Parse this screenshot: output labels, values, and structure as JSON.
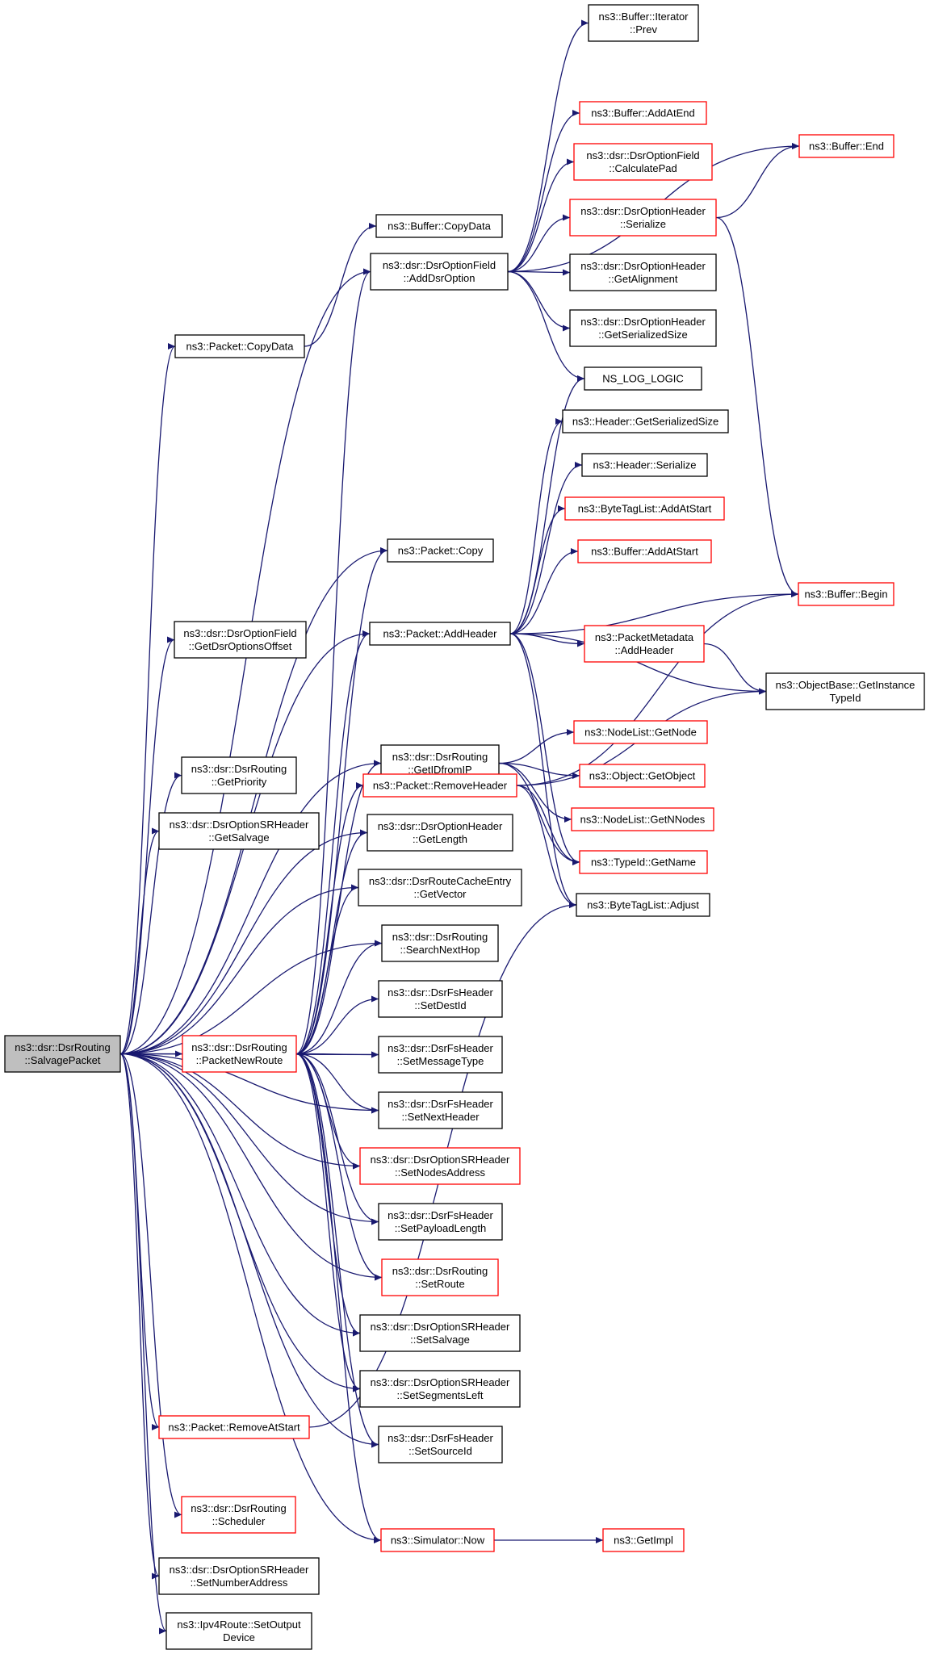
{
  "colors": {
    "edge": "#191970",
    "node_border_default": "#000000",
    "node_border_link": "#ff0000",
    "root_fill": "#bfbfbf",
    "node_fill": "#ffffff"
  },
  "root": {
    "id": "salvage-packet",
    "lines": [
      "ns3::dsr::DsrRouting",
      "::SalvagePacket"
    ]
  },
  "nodes": [
    {
      "id": "buffer-iterator-prev",
      "lines": [
        "ns3::Buffer::Iterator",
        "::Prev"
      ],
      "status": "normal"
    },
    {
      "id": "buffer-addatend",
      "lines": [
        "ns3::Buffer::AddAtEnd"
      ],
      "status": "link"
    },
    {
      "id": "dsroptionfield-calculatepad",
      "lines": [
        "ns3::dsr::DsrOptionField",
        "::CalculatePad"
      ],
      "status": "link"
    },
    {
      "id": "buffer-end",
      "lines": [
        "ns3::Buffer::End"
      ],
      "status": "link"
    },
    {
      "id": "dsroptionheader-serialize",
      "lines": [
        "ns3::dsr::DsrOptionHeader",
        "::Serialize"
      ],
      "status": "link"
    },
    {
      "id": "buffer-copydata",
      "lines": [
        "ns3::Buffer::CopyData"
      ],
      "status": "normal"
    },
    {
      "id": "dsroptionfield-adddsroption",
      "lines": [
        "ns3::dsr::DsrOptionField",
        "::AddDsrOption"
      ],
      "status": "normal"
    },
    {
      "id": "dsroptionheader-getalignment",
      "lines": [
        "ns3::dsr::DsrOptionHeader",
        "::GetAlignment"
      ],
      "status": "normal"
    },
    {
      "id": "dsroptionheader-getserializedsize",
      "lines": [
        "ns3::dsr::DsrOptionHeader",
        "::GetSerializedSize"
      ],
      "status": "normal"
    },
    {
      "id": "packet-copydata",
      "lines": [
        "ns3::Packet::CopyData"
      ],
      "status": "normal"
    },
    {
      "id": "ns-log-logic",
      "lines": [
        "NS_LOG_LOGIC"
      ],
      "status": "normal"
    },
    {
      "id": "header-getserializedsize",
      "lines": [
        "ns3::Header::GetSerializedSize"
      ],
      "status": "normal"
    },
    {
      "id": "header-serialize",
      "lines": [
        "ns3::Header::Serialize"
      ],
      "status": "normal"
    },
    {
      "id": "bytetaglist-addatstart",
      "lines": [
        "ns3::ByteTagList::AddAtStart"
      ],
      "status": "link"
    },
    {
      "id": "packet-copy",
      "lines": [
        "ns3::Packet::Copy"
      ],
      "status": "normal"
    },
    {
      "id": "buffer-addatstart",
      "lines": [
        "ns3::Buffer::AddAtStart"
      ],
      "status": "link"
    },
    {
      "id": "buffer-begin",
      "lines": [
        "ns3::Buffer::Begin"
      ],
      "status": "link"
    },
    {
      "id": "packet-addheader",
      "lines": [
        "ns3::Packet::AddHeader"
      ],
      "status": "normal"
    },
    {
      "id": "dsroptionfield-getdsroptionsoffset",
      "lines": [
        "ns3::dsr::DsrOptionField",
        "::GetDsrOptionsOffset"
      ],
      "status": "normal"
    },
    {
      "id": "packetmetadata-addheader",
      "lines": [
        "ns3::PacketMetadata",
        "::AddHeader"
      ],
      "status": "link"
    },
    {
      "id": "objectbase-getinstancetypeid",
      "lines": [
        "ns3::ObjectBase::GetInstance",
        "TypeId"
      ],
      "status": "normal"
    },
    {
      "id": "dsrrouting-getidfromip",
      "lines": [
        "ns3::dsr::DsrRouting",
        "::GetIDfromIP"
      ],
      "status": "normal"
    },
    {
      "id": "nodelist-getnode",
      "lines": [
        "ns3::NodeList::GetNode"
      ],
      "status": "link"
    },
    {
      "id": "dsrrouting-getpriority",
      "lines": [
        "ns3::dsr::DsrRouting",
        "::GetPriority"
      ],
      "status": "normal"
    },
    {
      "id": "packet-removeheader",
      "lines": [
        "ns3::Packet::RemoveHeader"
      ],
      "status": "link"
    },
    {
      "id": "object-getobject",
      "lines": [
        "ns3::Object::GetObject"
      ],
      "status": "link"
    },
    {
      "id": "dsroptionsrheader-getsalvage",
      "lines": [
        "ns3::dsr::DsrOptionSRHeader",
        "::GetSalvage"
      ],
      "status": "normal"
    },
    {
      "id": "dsroptionheader-getlength",
      "lines": [
        "ns3::dsr::DsrOptionHeader",
        "::GetLength"
      ],
      "status": "normal"
    },
    {
      "id": "nodelist-getnnodes",
      "lines": [
        "ns3::NodeList::GetNNodes"
      ],
      "status": "link"
    },
    {
      "id": "typeid-getname",
      "lines": [
        "ns3::TypeId::GetName"
      ],
      "status": "link"
    },
    {
      "id": "dsrroutecacheentry-getvector",
      "lines": [
        "ns3::dsr::DsrRouteCacheEntry",
        "::GetVector"
      ],
      "status": "normal"
    },
    {
      "id": "bytetaglist-adjust",
      "lines": [
        "ns3::ByteTagList::Adjust"
      ],
      "status": "normal"
    },
    {
      "id": "dsrrouting-searchnexthop",
      "lines": [
        "ns3::dsr::DsrRouting",
        "::SearchNextHop"
      ],
      "status": "normal"
    },
    {
      "id": "dsrfsheader-setdestid",
      "lines": [
        "ns3::dsr::DsrFsHeader",
        "::SetDestId"
      ],
      "status": "normal"
    },
    {
      "id": "dsrrouting-packetnewroute",
      "lines": [
        "ns3::dsr::DsrRouting",
        "::PacketNewRoute"
      ],
      "status": "link"
    },
    {
      "id": "dsrfsheader-setmessagetype",
      "lines": [
        "ns3::dsr::DsrFsHeader",
        "::SetMessageType"
      ],
      "status": "normal"
    },
    {
      "id": "dsrfsheader-setnextheader",
      "lines": [
        "ns3::dsr::DsrFsHeader",
        "::SetNextHeader"
      ],
      "status": "normal"
    },
    {
      "id": "dsroptionsrheader-setnodesaddress",
      "lines": [
        "ns3::dsr::DsrOptionSRHeader",
        "::SetNodesAddress"
      ],
      "status": "link"
    },
    {
      "id": "dsrfsheader-setpayloadlength",
      "lines": [
        "ns3::dsr::DsrFsHeader",
        "::SetPayloadLength"
      ],
      "status": "normal"
    },
    {
      "id": "dsrrouting-setroute",
      "lines": [
        "ns3::dsr::DsrRouting",
        "::SetRoute"
      ],
      "status": "link"
    },
    {
      "id": "dsroptionsrheader-setsalvage",
      "lines": [
        "ns3::dsr::DsrOptionSRHeader",
        "::SetSalvage"
      ],
      "status": "normal"
    },
    {
      "id": "dsroptionsrheader-setsegmentsleft",
      "lines": [
        "ns3::dsr::DsrOptionSRHeader",
        "::SetSegmentsLeft"
      ],
      "status": "normal"
    },
    {
      "id": "packet-removeatstart",
      "lines": [
        "ns3::Packet::RemoveAtStart"
      ],
      "status": "link"
    },
    {
      "id": "dsrfsheader-setsourceid",
      "lines": [
        "ns3::dsr::DsrFsHeader",
        "::SetSourceId"
      ],
      "status": "normal"
    },
    {
      "id": "dsrrouting-scheduler",
      "lines": [
        "ns3::dsr::DsrRouting",
        "::Scheduler"
      ],
      "status": "link"
    },
    {
      "id": "simulator-now",
      "lines": [
        "ns3::Simulator::Now"
      ],
      "status": "link"
    },
    {
      "id": "getimpl",
      "lines": [
        "ns3::GetImpl"
      ],
      "status": "link"
    },
    {
      "id": "dsroptionsrheader-setnumberaddress",
      "lines": [
        "ns3::dsr::DsrOptionSRHeader",
        "::SetNumberAddress"
      ],
      "status": "normal"
    },
    {
      "id": "ipv4route-setoutputdevice",
      "lines": [
        "ns3::Ipv4Route::SetOutput",
        "Device"
      ],
      "status": "normal"
    }
  ],
  "edges": [
    [
      "salvage-packet",
      "packet-copydata"
    ],
    [
      "salvage-packet",
      "dsroptionfield-adddsroption"
    ],
    [
      "salvage-packet",
      "packet-copy"
    ],
    [
      "salvage-packet",
      "packet-addheader"
    ],
    [
      "salvage-packet",
      "dsroptionfield-getdsroptionsoffset"
    ],
    [
      "salvage-packet",
      "dsrrouting-getidfromip"
    ],
    [
      "salvage-packet",
      "dsrrouting-getpriority"
    ],
    [
      "salvage-packet",
      "dsroptionsrheader-getsalvage"
    ],
    [
      "salvage-packet",
      "dsroptionheader-getlength"
    ],
    [
      "salvage-packet",
      "dsrroutecacheentry-getvector"
    ],
    [
      "salvage-packet",
      "dsrrouting-searchnexthop"
    ],
    [
      "salvage-packet",
      "dsrrouting-packetnewroute"
    ],
    [
      "salvage-packet",
      "dsrfsheader-setmessagetype"
    ],
    [
      "salvage-packet",
      "dsrfsheader-setnextheader"
    ],
    [
      "salvage-packet",
      "dsroptionsrheader-setnodesaddress"
    ],
    [
      "salvage-packet",
      "dsrfsheader-setpayloadlength"
    ],
    [
      "salvage-packet",
      "dsrrouting-setroute"
    ],
    [
      "salvage-packet",
      "dsroptionsrheader-setsalvage"
    ],
    [
      "salvage-packet",
      "dsroptionsrheader-setsegmentsleft"
    ],
    [
      "salvage-packet",
      "packet-removeatstart"
    ],
    [
      "salvage-packet",
      "dsrfsheader-setsourceid"
    ],
    [
      "salvage-packet",
      "dsrrouting-scheduler"
    ],
    [
      "salvage-packet",
      "simulator-now"
    ],
    [
      "salvage-packet",
      "dsroptionsrheader-setnumberaddress"
    ],
    [
      "salvage-packet",
      "ipv4route-setoutputdevice"
    ],
    [
      "packet-copydata",
      "buffer-copydata"
    ],
    [
      "dsroptionfield-adddsroption",
      "buffer-iterator-prev"
    ],
    [
      "dsroptionfield-adddsroption",
      "buffer-end"
    ],
    [
      "dsroptionfield-adddsroption",
      "buffer-addatend"
    ],
    [
      "dsroptionfield-adddsroption",
      "dsroptionfield-calculatepad"
    ],
    [
      "dsroptionfield-adddsroption",
      "dsroptionheader-serialize"
    ],
    [
      "dsroptionfield-adddsroption",
      "dsroptionheader-getalignment"
    ],
    [
      "dsroptionfield-adddsroption",
      "dsroptionheader-getserializedsize"
    ],
    [
      "dsroptionfield-adddsroption",
      "ns-log-logic"
    ],
    [
      "dsroptionheader-serialize",
      "buffer-end"
    ],
    [
      "dsroptionheader-serialize",
      "buffer-begin"
    ],
    [
      "packet-addheader",
      "ns-log-logic"
    ],
    [
      "packet-addheader",
      "header-getserializedsize"
    ],
    [
      "packet-addheader",
      "header-serialize"
    ],
    [
      "packet-addheader",
      "bytetaglist-addatstart"
    ],
    [
      "packet-addheader",
      "buffer-addatstart"
    ],
    [
      "packet-addheader",
      "buffer-begin"
    ],
    [
      "packet-addheader",
      "packetmetadata-addheader"
    ],
    [
      "packet-addheader",
      "objectbase-getinstancetypeid"
    ],
    [
      "packet-addheader",
      "typeid-getname"
    ],
    [
      "packet-addheader",
      "bytetaglist-adjust"
    ],
    [
      "packetmetadata-addheader",
      "objectbase-getinstancetypeid"
    ],
    [
      "dsrrouting-getidfromip",
      "nodelist-getnode"
    ],
    [
      "dsrrouting-getidfromip",
      "object-getobject"
    ],
    [
      "dsrrouting-getidfromip",
      "nodelist-getnnodes"
    ],
    [
      "dsrrouting-getidfromip",
      "typeid-getname"
    ],
    [
      "packet-removeheader",
      "typeid-getname"
    ],
    [
      "packet-removeheader",
      "bytetaglist-adjust"
    ],
    [
      "packet-removeheader",
      "buffer-begin"
    ],
    [
      "packet-removeheader",
      "objectbase-getinstancetypeid"
    ],
    [
      "dsrrouting-packetnewroute",
      "dsroptionfield-adddsroption"
    ],
    [
      "dsrrouting-packetnewroute",
      "packet-copy"
    ],
    [
      "dsrrouting-packetnewroute",
      "packet-addheader"
    ],
    [
      "dsrrouting-packetnewroute",
      "dsrrouting-getidfromip"
    ],
    [
      "dsrrouting-packetnewroute",
      "packet-removeheader"
    ],
    [
      "dsrrouting-packetnewroute",
      "dsroptionheader-getlength"
    ],
    [
      "dsrrouting-packetnewroute",
      "dsrroutecacheentry-getvector"
    ],
    [
      "dsrrouting-packetnewroute",
      "dsrrouting-searchnexthop"
    ],
    [
      "dsrrouting-packetnewroute",
      "dsrfsheader-setdestid"
    ],
    [
      "dsrrouting-packetnewroute",
      "dsrfsheader-setmessagetype"
    ],
    [
      "dsrrouting-packetnewroute",
      "dsrfsheader-setnextheader"
    ],
    [
      "dsrrouting-packetnewroute",
      "dsroptionsrheader-setnodesaddress"
    ],
    [
      "dsrrouting-packetnewroute",
      "dsrfsheader-setpayloadlength"
    ],
    [
      "dsrrouting-packetnewroute",
      "dsrrouting-setroute"
    ],
    [
      "dsrrouting-packetnewroute",
      "dsroptionsrheader-setsalvage"
    ],
    [
      "dsrrouting-packetnewroute",
      "dsroptionsrheader-setsegmentsleft"
    ],
    [
      "dsrrouting-packetnewroute",
      "dsrfsheader-setsourceid"
    ],
    [
      "dsrrouting-packetnewroute",
      "simulator-now"
    ],
    [
      "packet-removeatstart",
      "bytetaglist-adjust"
    ],
    [
      "simulator-now",
      "getimpl"
    ]
  ]
}
